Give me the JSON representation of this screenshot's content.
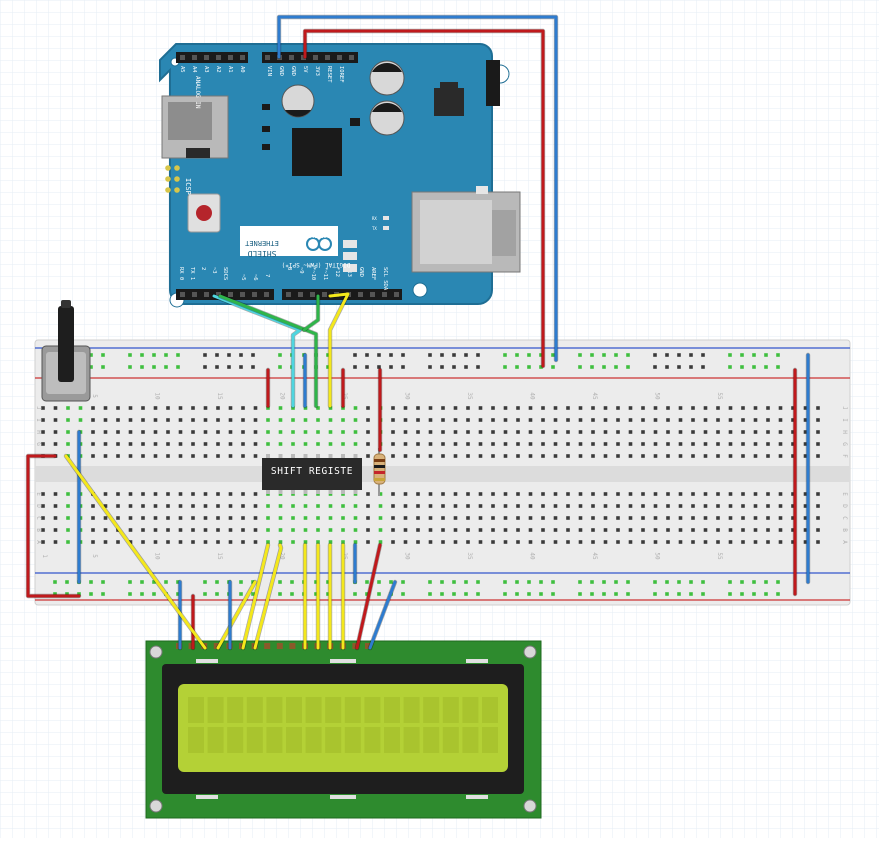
{
  "shield": {
    "brand": "ARDUINO",
    "name_line1": "ETHERNET",
    "name_line2": "SHIELD",
    "icsp": "ICSP",
    "analog_in": "ANALOG IN",
    "analog_pins": [
      "A0",
      "A1",
      "A2",
      "A3",
      "A4",
      "A5"
    ],
    "power_pins": [
      "IOREF",
      "RESET",
      "3V3",
      "5V",
      "GND",
      "GND",
      "VIN"
    ],
    "digital_label": "DIGITAL (PWM~ SPI*)",
    "digital_low": [
      "RX 0",
      "TX 1",
      "2",
      "~3",
      "SDCS"
    ],
    "digital_mid": [
      "~5",
      "~6",
      "7"
    ],
    "digital_high": [
      "8",
      "~9",
      "*~10",
      "*~11",
      "*12",
      "*13",
      "GND",
      "AREF",
      "SCL SDA"
    ],
    "leds": [
      "RX",
      "TX"
    ],
    "colors": {
      "board": "#2a87b3",
      "edge": "#1f6e94",
      "chip": "#1a1a1a"
    }
  },
  "breadboard": {
    "column_numbers": [
      "1",
      "5",
      "10",
      "15",
      "20",
      "25",
      "30",
      "35",
      "40",
      "45",
      "50",
      "55"
    ],
    "row_letters_top": [
      "J",
      "I",
      "H",
      "G",
      "F"
    ],
    "row_letters_bottom": [
      "E",
      "D",
      "C",
      "B",
      "A"
    ],
    "colors": {
      "body": "#efefef",
      "hole": "#3a3a3a",
      "connected": "#3fbf3f",
      "rail_red": "#cc3333",
      "rail_blue": "#3355cc"
    }
  },
  "ic": {
    "label": "SHIFT REGISTE"
  },
  "lcd": {
    "colors": {
      "pcb": "#2e8b2e",
      "bezel": "#1e1e1e",
      "screen": "#b4d136"
    }
  },
  "wires": {
    "colors": {
      "red": "#c0191c",
      "blue": "#2e7ccf",
      "yellow": "#f4e81b",
      "green": "#2fb54a",
      "cyan": "#4fd6e0"
    }
  }
}
